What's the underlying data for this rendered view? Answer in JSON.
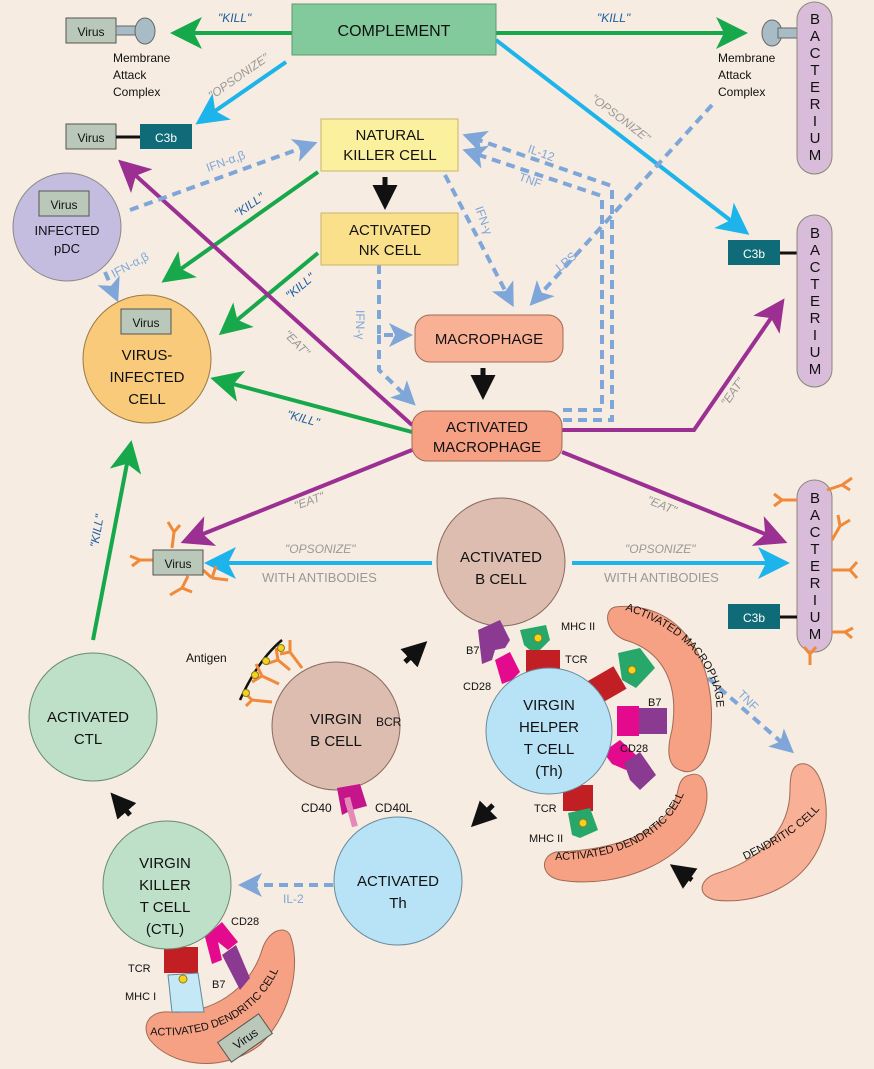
{
  "nodes": {
    "complement": "COMPLEMENT",
    "virus": "Virus",
    "c3b": "C3b",
    "mac_line1": "Membrane",
    "mac_line2": "Attack",
    "mac_line3": "Complex",
    "bacterium_letters": [
      "B",
      "A",
      "C",
      "T",
      "E",
      "R",
      "I",
      "U",
      "M"
    ],
    "nk_line1": "NATURAL",
    "nk_line2": "KILLER CELL",
    "ank_line1": "ACTIVATED",
    "ank_line2": "NK CELL",
    "pdc_line1": "INFECTED",
    "pdc_line2": "pDC",
    "vic_line1": "VIRUS-",
    "vic_line2": "INFECTED",
    "vic_line3": "CELL",
    "macrophage": "MACROPHAGE",
    "am_line1": "ACTIVATED",
    "am_line2": "MACROPHAGE",
    "abc_line1": "ACTIVATED",
    "abc_line2": "B CELL",
    "vbc_line1": "VIRGIN",
    "vbc_line2": "B CELL",
    "vht_line1": "VIRGIN",
    "vht_line2": "HELPER",
    "vht_line3": "T CELL",
    "vht_line4": "(Th)",
    "actl_line1": "ACTIVATED",
    "actl_line2": "CTL",
    "ath_line1": "ACTIVATED",
    "ath_line2": "Th",
    "vkt_line1": "VIRGIN",
    "vkt_line2": "KILLER",
    "vkt_line3": "T CELL",
    "vkt_line4": "(CTL)",
    "activated_macrophage_curved": "ACTIVATED MACROPHAGE",
    "activated_dc_curved": "ACTIVATED DENDRITIC CELL",
    "dendritic_cell_curved": "DENDRITIC CELL"
  },
  "labels": {
    "kill": "\"KILL\"",
    "eat": "\"EAT\"",
    "opsonize": "\"OPSONIZE\"",
    "with_antibodies": "WITH ANTIBODIES",
    "ifn_ab": "IFN-α,β",
    "ifn_g": "IFN-γ",
    "il12": "IL-12",
    "tnf": "TNF",
    "lps": "LPS",
    "il2": "IL-2",
    "antigen": "Antigen",
    "bcr": "BCR",
    "b7": "B7",
    "cd28": "CD28",
    "tcr": "TCR",
    "mhc2": "MHC II",
    "mhc1": "MHC I",
    "cd40": "CD40",
    "cd40l": "CD40L"
  },
  "colors": {
    "background": "#f6ece1",
    "kill_arrow": "#16a84a",
    "opsonize_arrow": "#1cb4ea",
    "eat_arrow": "#9b2f92",
    "cytokine_dashed": "#7fa6d8"
  }
}
